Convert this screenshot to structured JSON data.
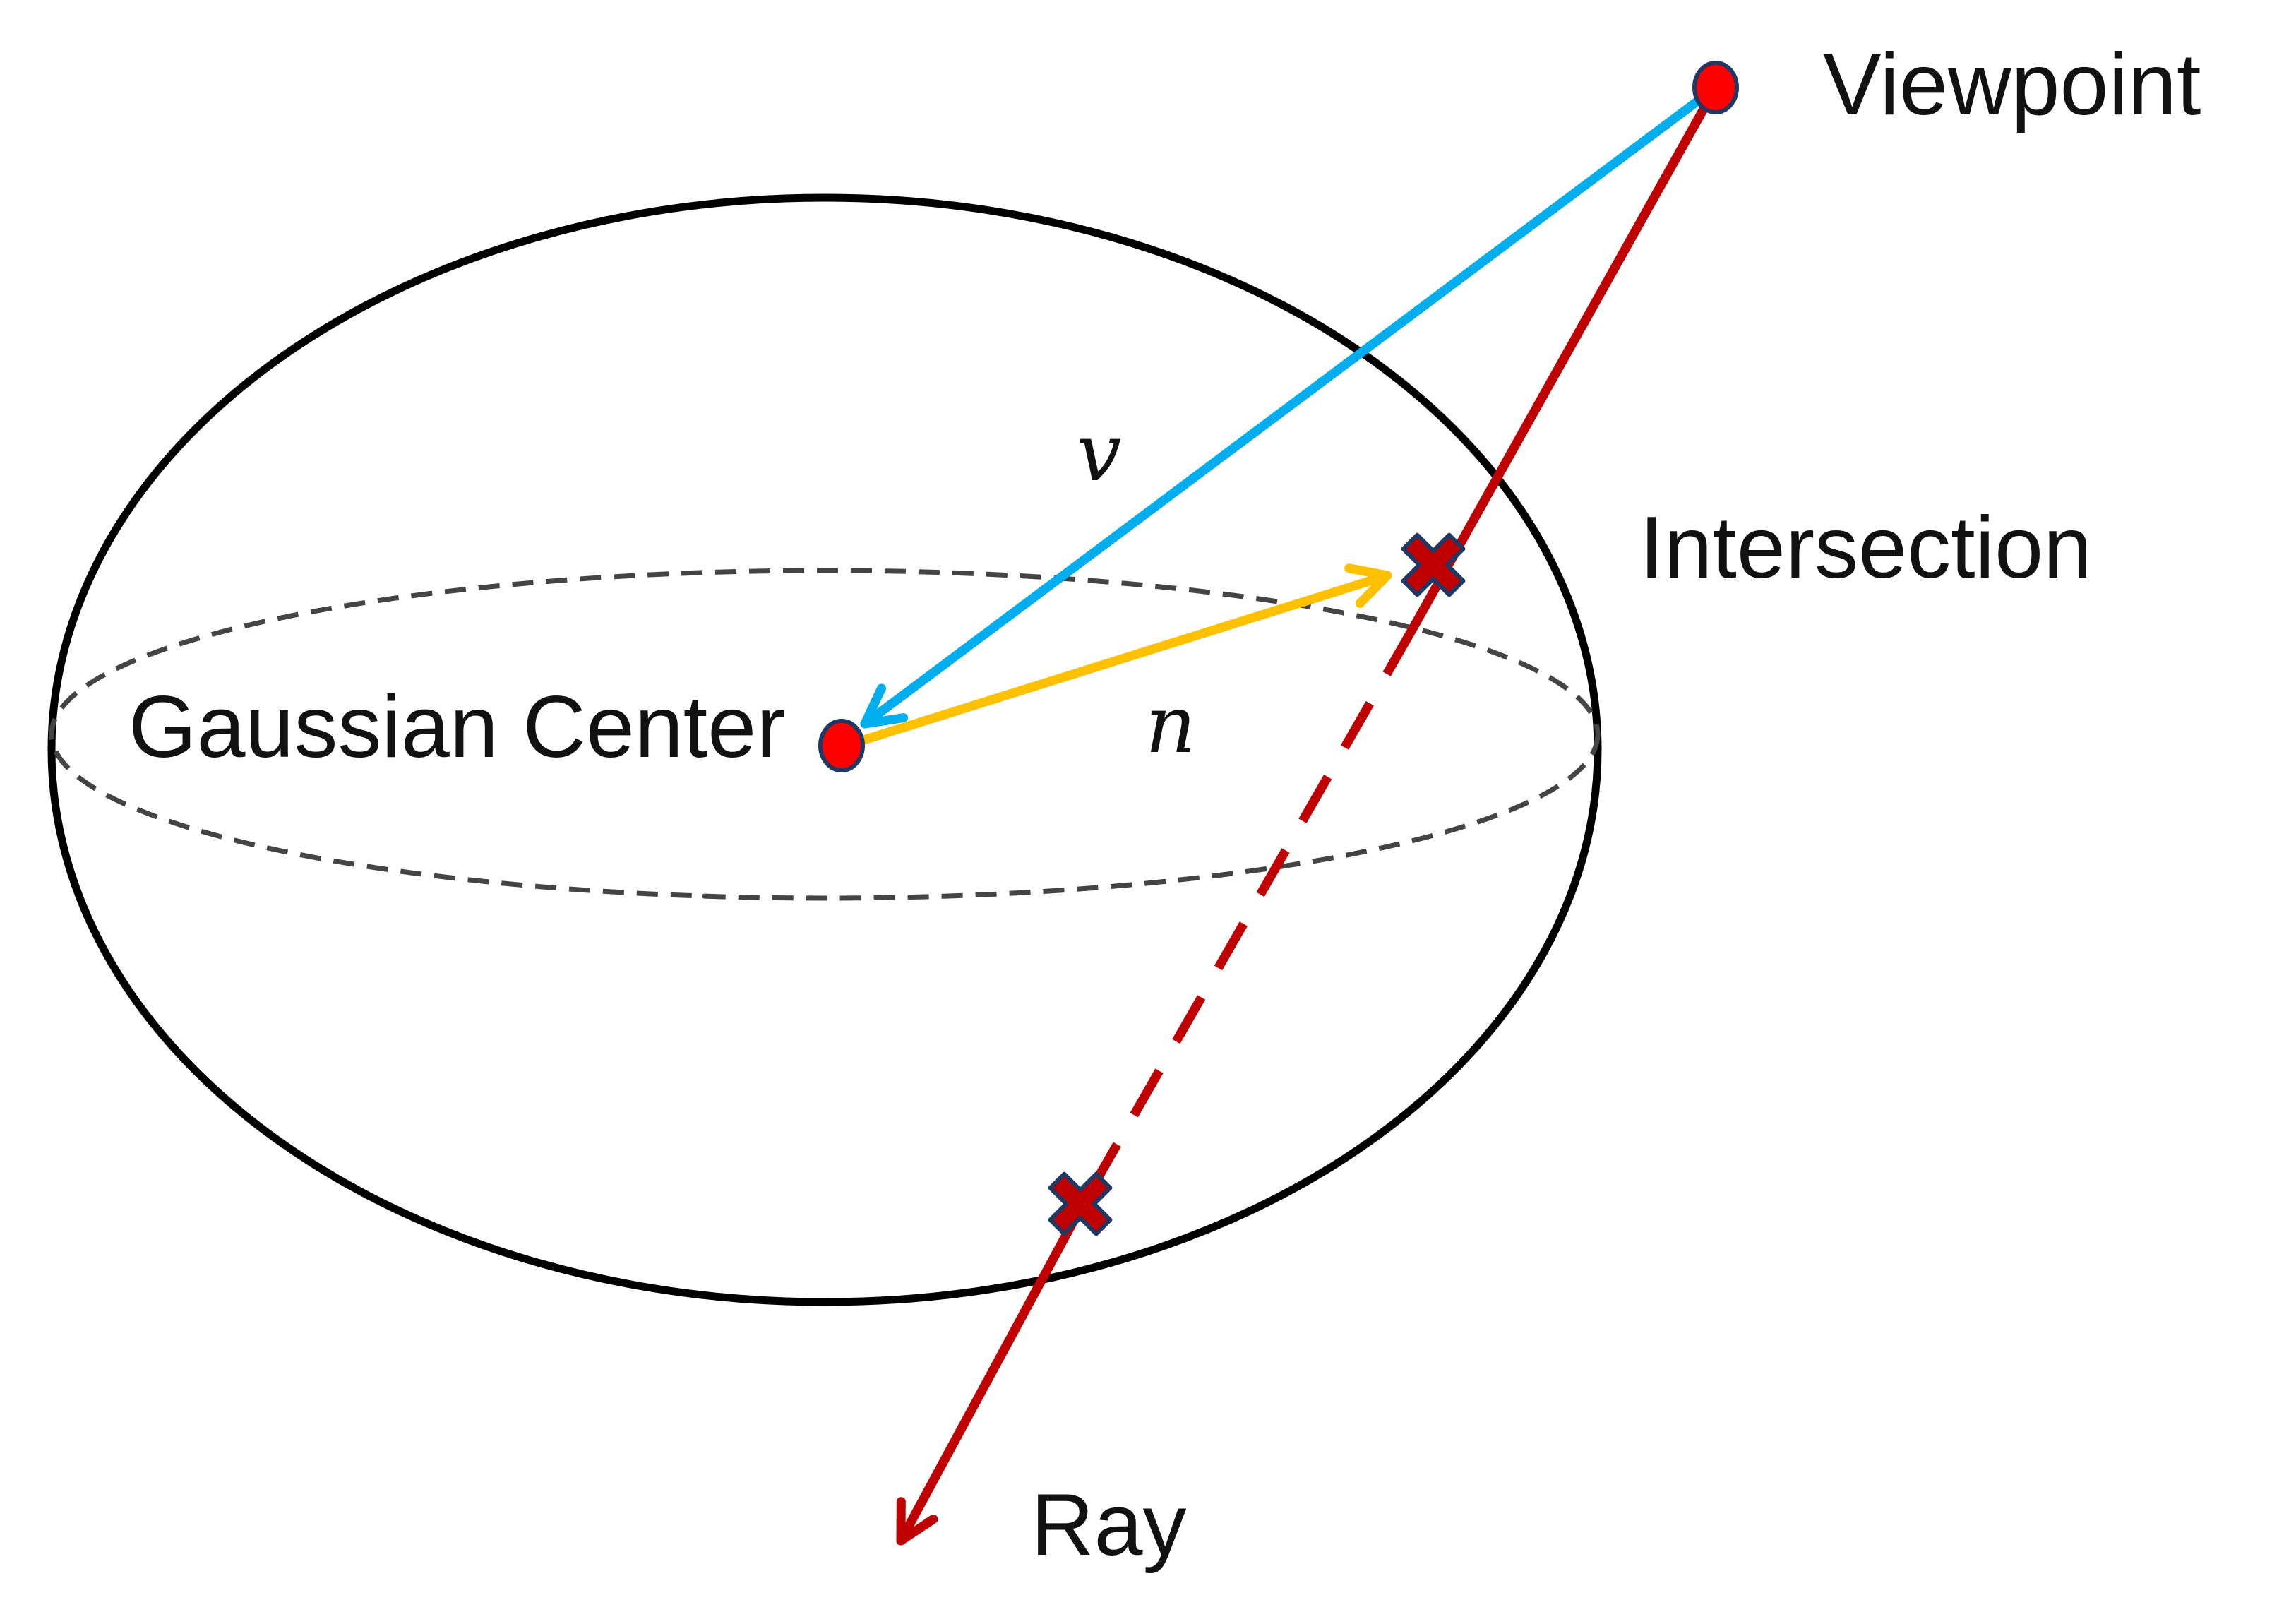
{
  "labels": {
    "viewpoint": "Viewpoint",
    "intersection": "Intersection",
    "gaussian_center": "Gaussian Center",
    "ray": "Ray",
    "v_symbol": "v",
    "n_symbol": "n"
  },
  "colors": {
    "ellipsoid_outline": "#000000",
    "equator_dashed": "#444444",
    "ray": "#C00000",
    "view_vector": "#00AEEF",
    "normal_vector": "#FFC000",
    "point_fill": "#FF0000",
    "point_outline": "#1F3864"
  },
  "icons": {
    "intersection_marker": "x-cross-icon"
  }
}
